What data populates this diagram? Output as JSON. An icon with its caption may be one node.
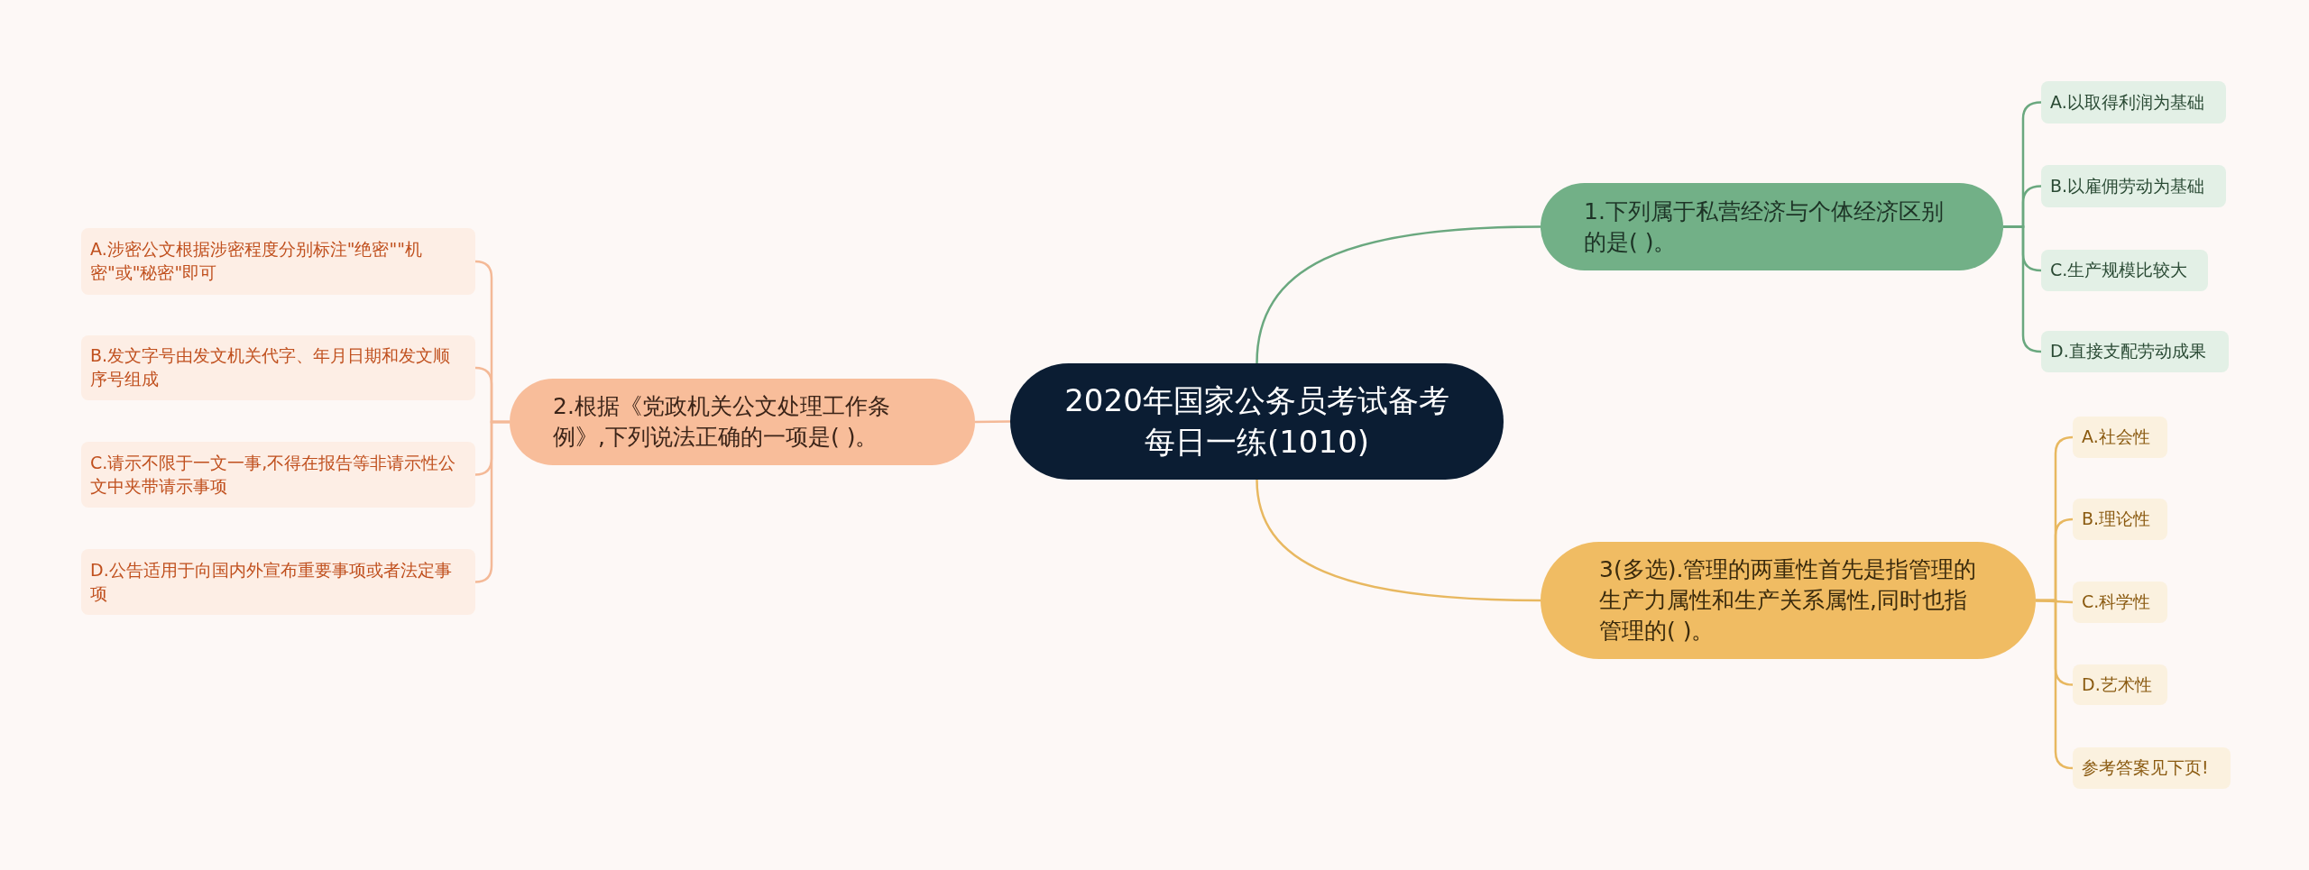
{
  "diagram": {
    "nodes": [
      {
        "text": [
          "2020年国家公务员考试备考每日一练(1010)"
        ]
      },
      {
        "text": [
          "1.下列属于私营经济与个体经济区别的是( )。"
        ]
      },
      {
        "text": [
          "A.以取得利润为基础"
        ]
      },
      {
        "text": [
          "B.以雇佣劳动为基础"
        ]
      },
      {
        "text": [
          "C.生产规模比较大"
        ]
      },
      {
        "text": [
          "D.直接支配劳动成果"
        ]
      },
      {
        "text": [
          "2.根据《党政机关公文处理工作条例》,下列说法正确的一项是( )。"
        ]
      },
      {
        "text": [
          "A.涉密公文根据涉密程度分别标注\"绝密\"\"机密\"或\"秘密\"即可"
        ]
      },
      {
        "text": [
          "B.发文字号由发文机关代字、年月日期和发文顺序号组成"
        ]
      },
      {
        "text": [
          "C.请示不限于一文一事,不得在报告等非请示性公文中夹带请示事项"
        ]
      },
      {
        "text": [
          "D.公告适用于向国内外宣布重要事项或者法定事项"
        ]
      },
      {
        "text": [
          "3(多选).管理的两重性首先是指管理的生产力属性和生产关系属性,同时也指管理的( )。"
        ]
      },
      {
        "text": [
          "A.社会性"
        ]
      },
      {
        "text": [
          "B.理论性"
        ]
      },
      {
        "text": [
          "C.科学性"
        ]
      },
      {
        "text": [
          "D.艺术性"
        ]
      },
      {
        "text": [
          "参考答案见下页!"
        ]
      }
    ],
    "edges": [
      {
        "from": 0,
        "to": 1,
        "arrow": "none",
        "color": "#6aa87f"
      },
      {
        "from": 1,
        "to": 2,
        "arrow": "none",
        "color": "#6aa87f"
      },
      {
        "from": 1,
        "to": 3,
        "arrow": "none",
        "color": "#6aa87f"
      },
      {
        "from": 1,
        "to": 4,
        "arrow": "none",
        "color": "#6aa87f"
      },
      {
        "from": 1,
        "to": 5,
        "arrow": "none",
        "color": "#6aa87f"
      },
      {
        "from": 0,
        "to": 6,
        "arrow": "none",
        "color": "#f4b997"
      },
      {
        "from": 6,
        "to": 7,
        "arrow": "none",
        "color": "#f4b997"
      },
      {
        "from": 6,
        "to": 8,
        "arrow": "none",
        "color": "#f4b997"
      },
      {
        "from": 6,
        "to": 9,
        "arrow": "none",
        "color": "#f4b997"
      },
      {
        "from": 6,
        "to": 10,
        "arrow": "none",
        "color": "#f4b997"
      },
      {
        "from": 0,
        "to": 11,
        "arrow": "none"
      },
      {
        "from": 11,
        "to": 12,
        "arrow": "none"
      },
      {
        "from": 11,
        "to": 13,
        "arrow": "none"
      },
      {
        "from": 11,
        "to": 14,
        "arrow": "none"
      },
      {
        "from": 11,
        "to": 15,
        "arrow": "none"
      },
      {
        "from": 11,
        "to": 16,
        "arrow": "none"
      }
    ]
  }
}
